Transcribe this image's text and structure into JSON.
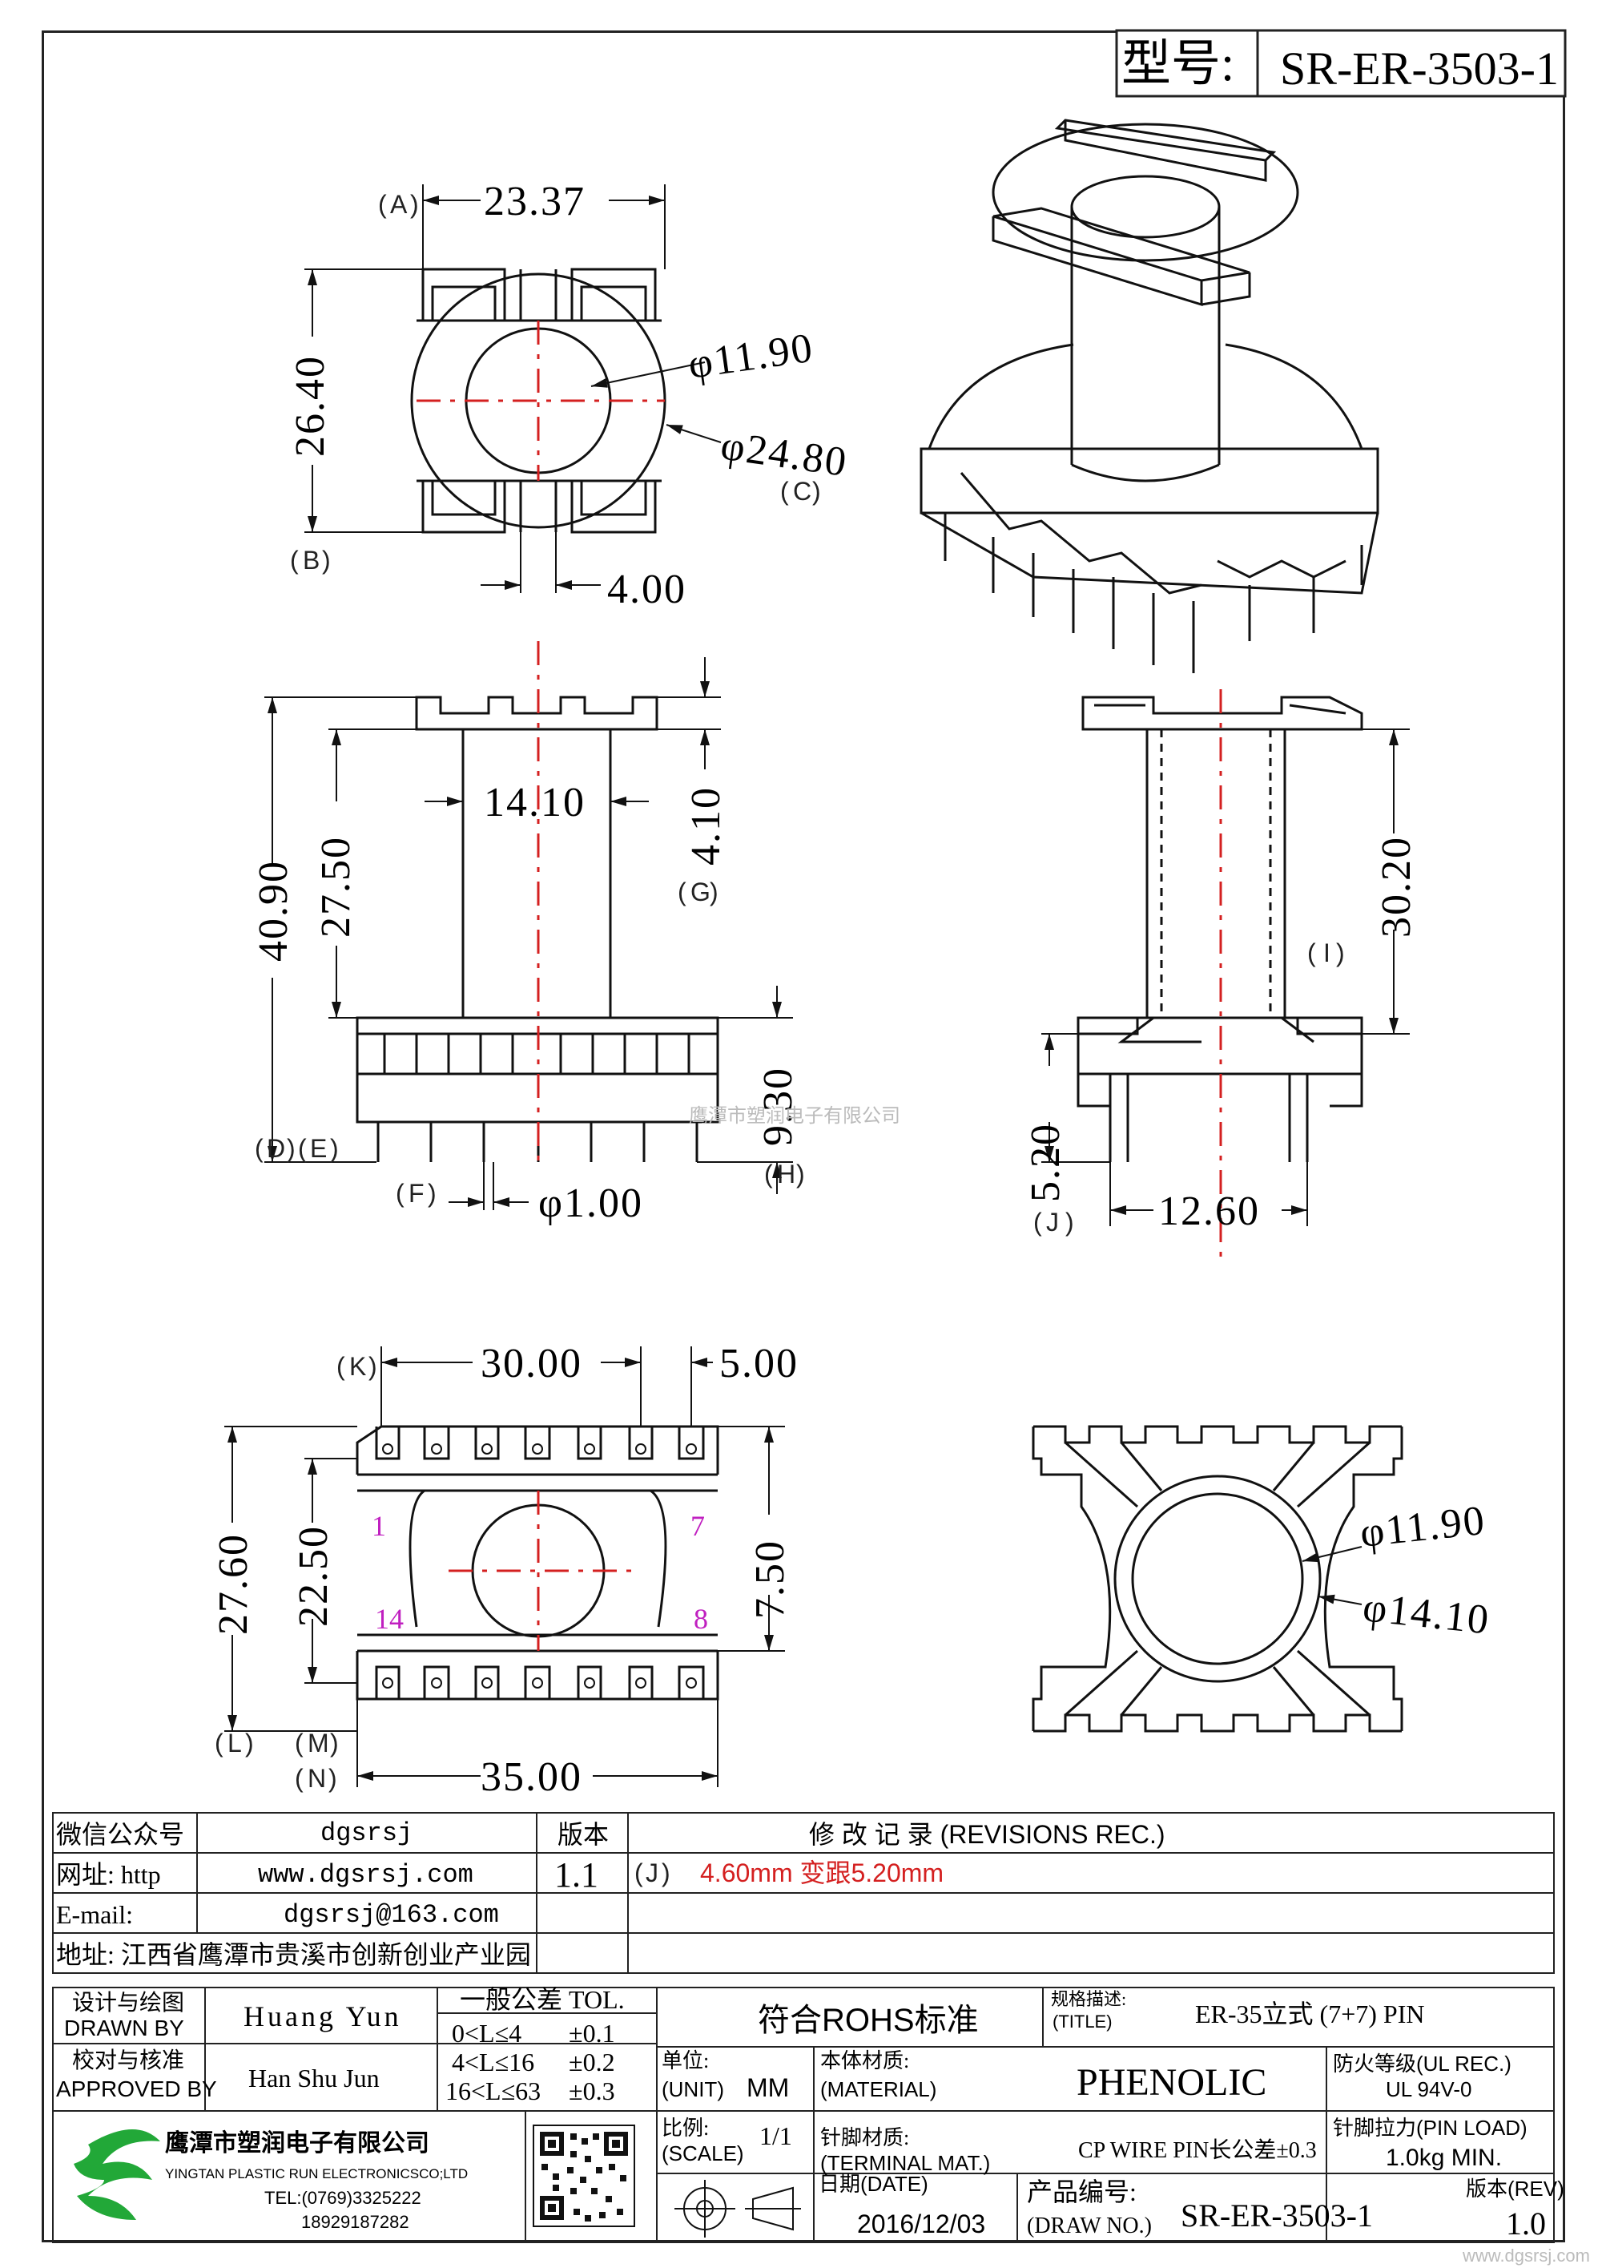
{
  "header": {
    "model_label": "型号:",
    "model_value": "SR-ER-3503-1"
  },
  "top_view": {
    "dim_width": "23.37",
    "dim_height": "26.40",
    "dim_inner_dia": "φ11.90",
    "dim_outer_dia": "φ24.80",
    "dim_slot": "4.00",
    "tags": {
      "a": "A",
      "b": "B",
      "c": "C"
    }
  },
  "front_view": {
    "dim_total": "40.90",
    "dim_body": "27.50",
    "dim_core": "14.10",
    "dim_flange": "4.10",
    "dim_base": "9.30",
    "dim_pin": "φ1.00",
    "tags": {
      "d": "D",
      "e": "E",
      "f": "F",
      "g": "G",
      "h": "H"
    }
  },
  "side_view": {
    "dim_height": "30.20",
    "dim_pin_len": "5.20",
    "dim_span": "12.60",
    "tags": {
      "i": "I",
      "j": "J"
    }
  },
  "bottom_view": {
    "dim_length": "30.00",
    "dim_pitch": "5.00",
    "dim_overall": "35.00",
    "dim_depth": "27.60",
    "dim_row": "22.50",
    "dim_gap": "7.50",
    "pins": [
      "1",
      "7",
      "14",
      "8"
    ],
    "tags": {
      "k": "K",
      "l": "L",
      "m": "M",
      "n": "N"
    }
  },
  "under_view": {
    "dim_inner": "φ11.90",
    "dim_outer": "φ14.10"
  },
  "watermark": "鹰潭市塑润电子有限公司",
  "corner_watermark": "www.dgsrsj.com",
  "info": {
    "wechat_label": "微信公众号",
    "wechat_value": "dgsrsj",
    "site_label": "网址: http",
    "site_value": "www.dgsrsj.com",
    "email_label": "E-mail:",
    "email_value": "dgsrsj@163.com",
    "address": "地址: 江西省鹰潭市贵溪市创新创业产业园"
  },
  "revisions": {
    "version_label": "版本",
    "header": "修 改 记 录 (REVISIONS REC.)",
    "rows": [
      {
        "version": "1.1",
        "tag": "J",
        "note": "4.60mm 变跟5.20mm"
      }
    ]
  },
  "title_block": {
    "drawn_label_cn": "设计与绘图",
    "drawn_label_en": "DRAWN BY",
    "drawn_by": "Huang Yun",
    "approved_label_cn": "校对与核准",
    "approved_label_en": "APPROVED BY",
    "approved_by": "Han Shu Jun",
    "tol_title": "一般公差 TOL.",
    "tol_rows": [
      {
        "range": "0<L≤4",
        "value": "±0.1"
      },
      {
        "range": "4<L≤16",
        "value": "±0.2"
      },
      {
        "range": "16<L≤63",
        "value": "±0.3"
      }
    ],
    "rohs": "符合ROHS标准",
    "spec_label_cn": "规格描述:",
    "spec_label_en": "(TITLE)",
    "spec_value": "ER-35立式 (7+7) PIN",
    "unit_label_cn": "单位:",
    "unit_label_en": "(UNIT)",
    "unit_value": "MM",
    "material_label_cn": "本体材质:",
    "material_label_en": "(MATERIAL)",
    "material_value": "PHENOLIC",
    "fire_label": "防火等级(UL REC.)",
    "fire_value": "UL 94V-0",
    "company_cn": "鹰潭市塑润电子有限公司",
    "company_en": "YINGTAN PLASTIC RUN ELECTRONICSCO;LTD",
    "tel": "TEL:(0769)3325222",
    "phone": "18929187282",
    "scale_label_cn": "比例:",
    "scale_label_en": "(SCALE)",
    "scale_value": "1/1",
    "terminal_label_cn": "针脚材质:",
    "terminal_label_en": "(TERMINAL MAT.)",
    "terminal_value": "CP WIRE  PIN长公差±0.3",
    "pin_load_label": "针脚拉力(PIN LOAD)",
    "pin_load_value": "1.0kg MIN.",
    "date_label": "日期(DATE)",
    "date_value": "2016/12/03",
    "drawno_label_cn": "产品编号:",
    "drawno_label_en": "(DRAW NO.)",
    "drawno_value": "SR-ER-3503-1",
    "rev_label": "版本(REV)",
    "rev_value": "1.0"
  },
  "colors": {
    "centerline": "#d42020",
    "pin_label": "#c020c0",
    "logo_green": "#22a838",
    "revision_text": "#d42020"
  }
}
